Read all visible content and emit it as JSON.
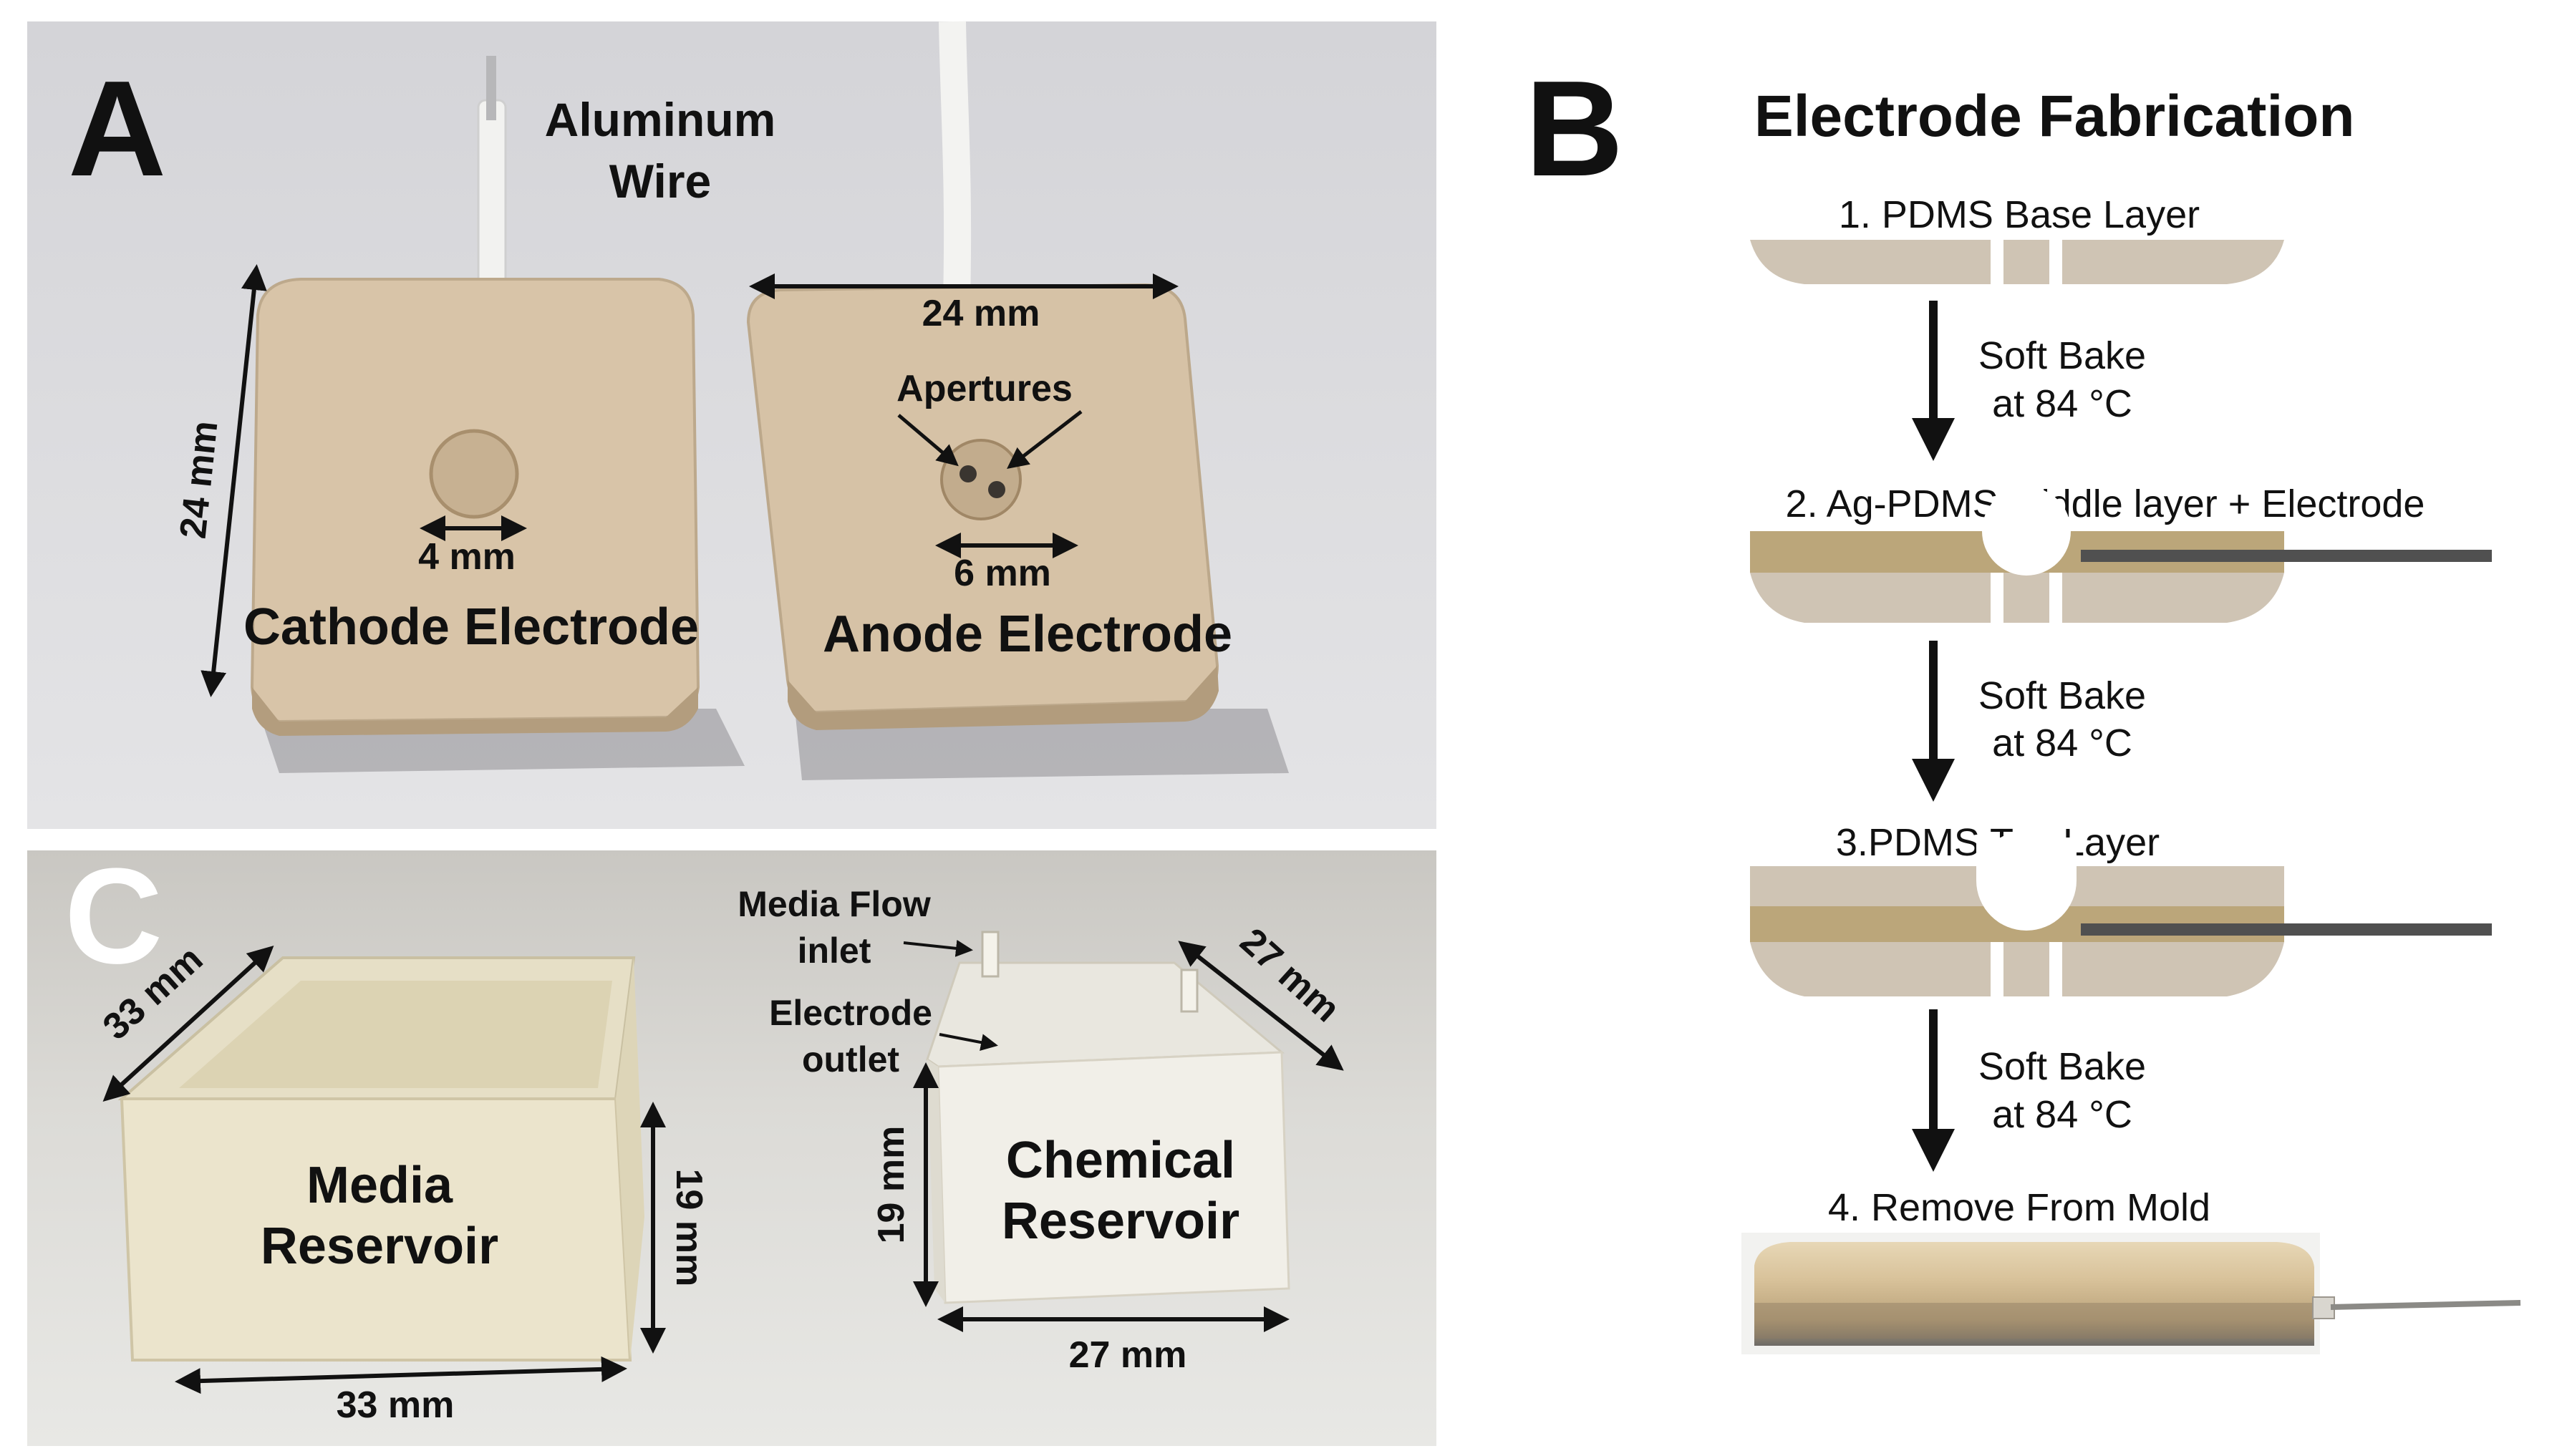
{
  "panel_a": {
    "letter": "A",
    "wire_label_line1": "Aluminum",
    "wire_label_line2": "Wire",
    "cathode_label": "Cathode Electrode",
    "anode_label": "Anode Electrode",
    "cathode_height": "24 mm",
    "anode_width": "24 mm",
    "apertures_label": "Apertures",
    "cathode_aperture": "4 mm",
    "anode_aperture": "6 mm",
    "colors": {
      "background": "#dcdcde",
      "electrode": "#d8c4a8",
      "shadow": "#a9a8ab"
    }
  },
  "panel_b": {
    "letter": "B",
    "title": "Electrode Fabrication",
    "step1": "1. PDMS Base Layer",
    "step2": "2. Ag-PDMS Middle layer + Electrode",
    "step3": "3.PDMS Top Layer",
    "step4": "4. Remove From Mold",
    "bake_line1": "Soft Bake",
    "bake_line2": "at 84 °C",
    "colors": {
      "pdms": "#cfc4b4",
      "ag_pdms": "#bba67a",
      "electrode_wire": "#505050"
    }
  },
  "panel_c": {
    "letter": "C",
    "media_label_line1": "Media",
    "media_label_line2": "Reservoir",
    "chemical_label_line1": "Chemical",
    "chemical_label_line2": "Reservoir",
    "media_top": "33 mm",
    "media_bottom": "33 mm",
    "media_height": "19 mm",
    "chemical_top": "27 mm",
    "chemical_bottom": "27 mm",
    "chemical_height": "19 mm",
    "inlet_line1": "Media Flow",
    "inlet_line2": "inlet",
    "outlet_line1": "Electrode",
    "outlet_line2": "outlet",
    "colors": {
      "background": "#dcdbd6",
      "reservoir": "#ebe4cc"
    }
  }
}
